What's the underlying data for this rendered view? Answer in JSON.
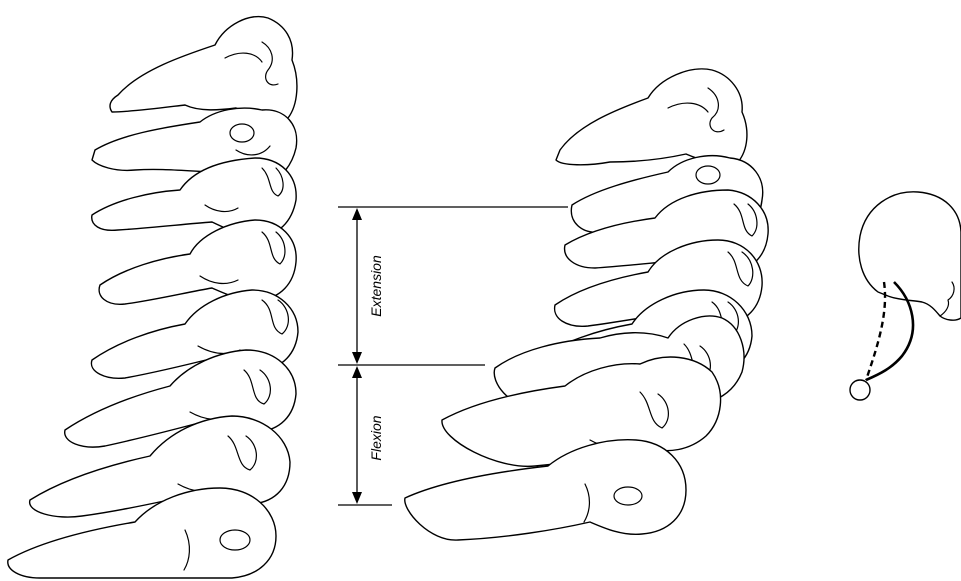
{
  "labels": {
    "extension": "Extension",
    "flexion": "Flexion"
  },
  "icons": {
    "left_spine": "cervical-spine-neutral",
    "right_spine": "cervical-spine-extended",
    "head": "head-profile-icon"
  },
  "colors": {
    "line": "#000000",
    "background": "#ffffff"
  }
}
